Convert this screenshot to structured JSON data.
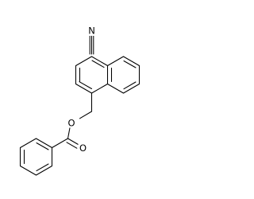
{
  "molecule": {
    "atoms": {
      "nitrile_nitrogen": "N",
      "ester_oxygen": "O",
      "carbonyl_oxygen": "O"
    }
  }
}
